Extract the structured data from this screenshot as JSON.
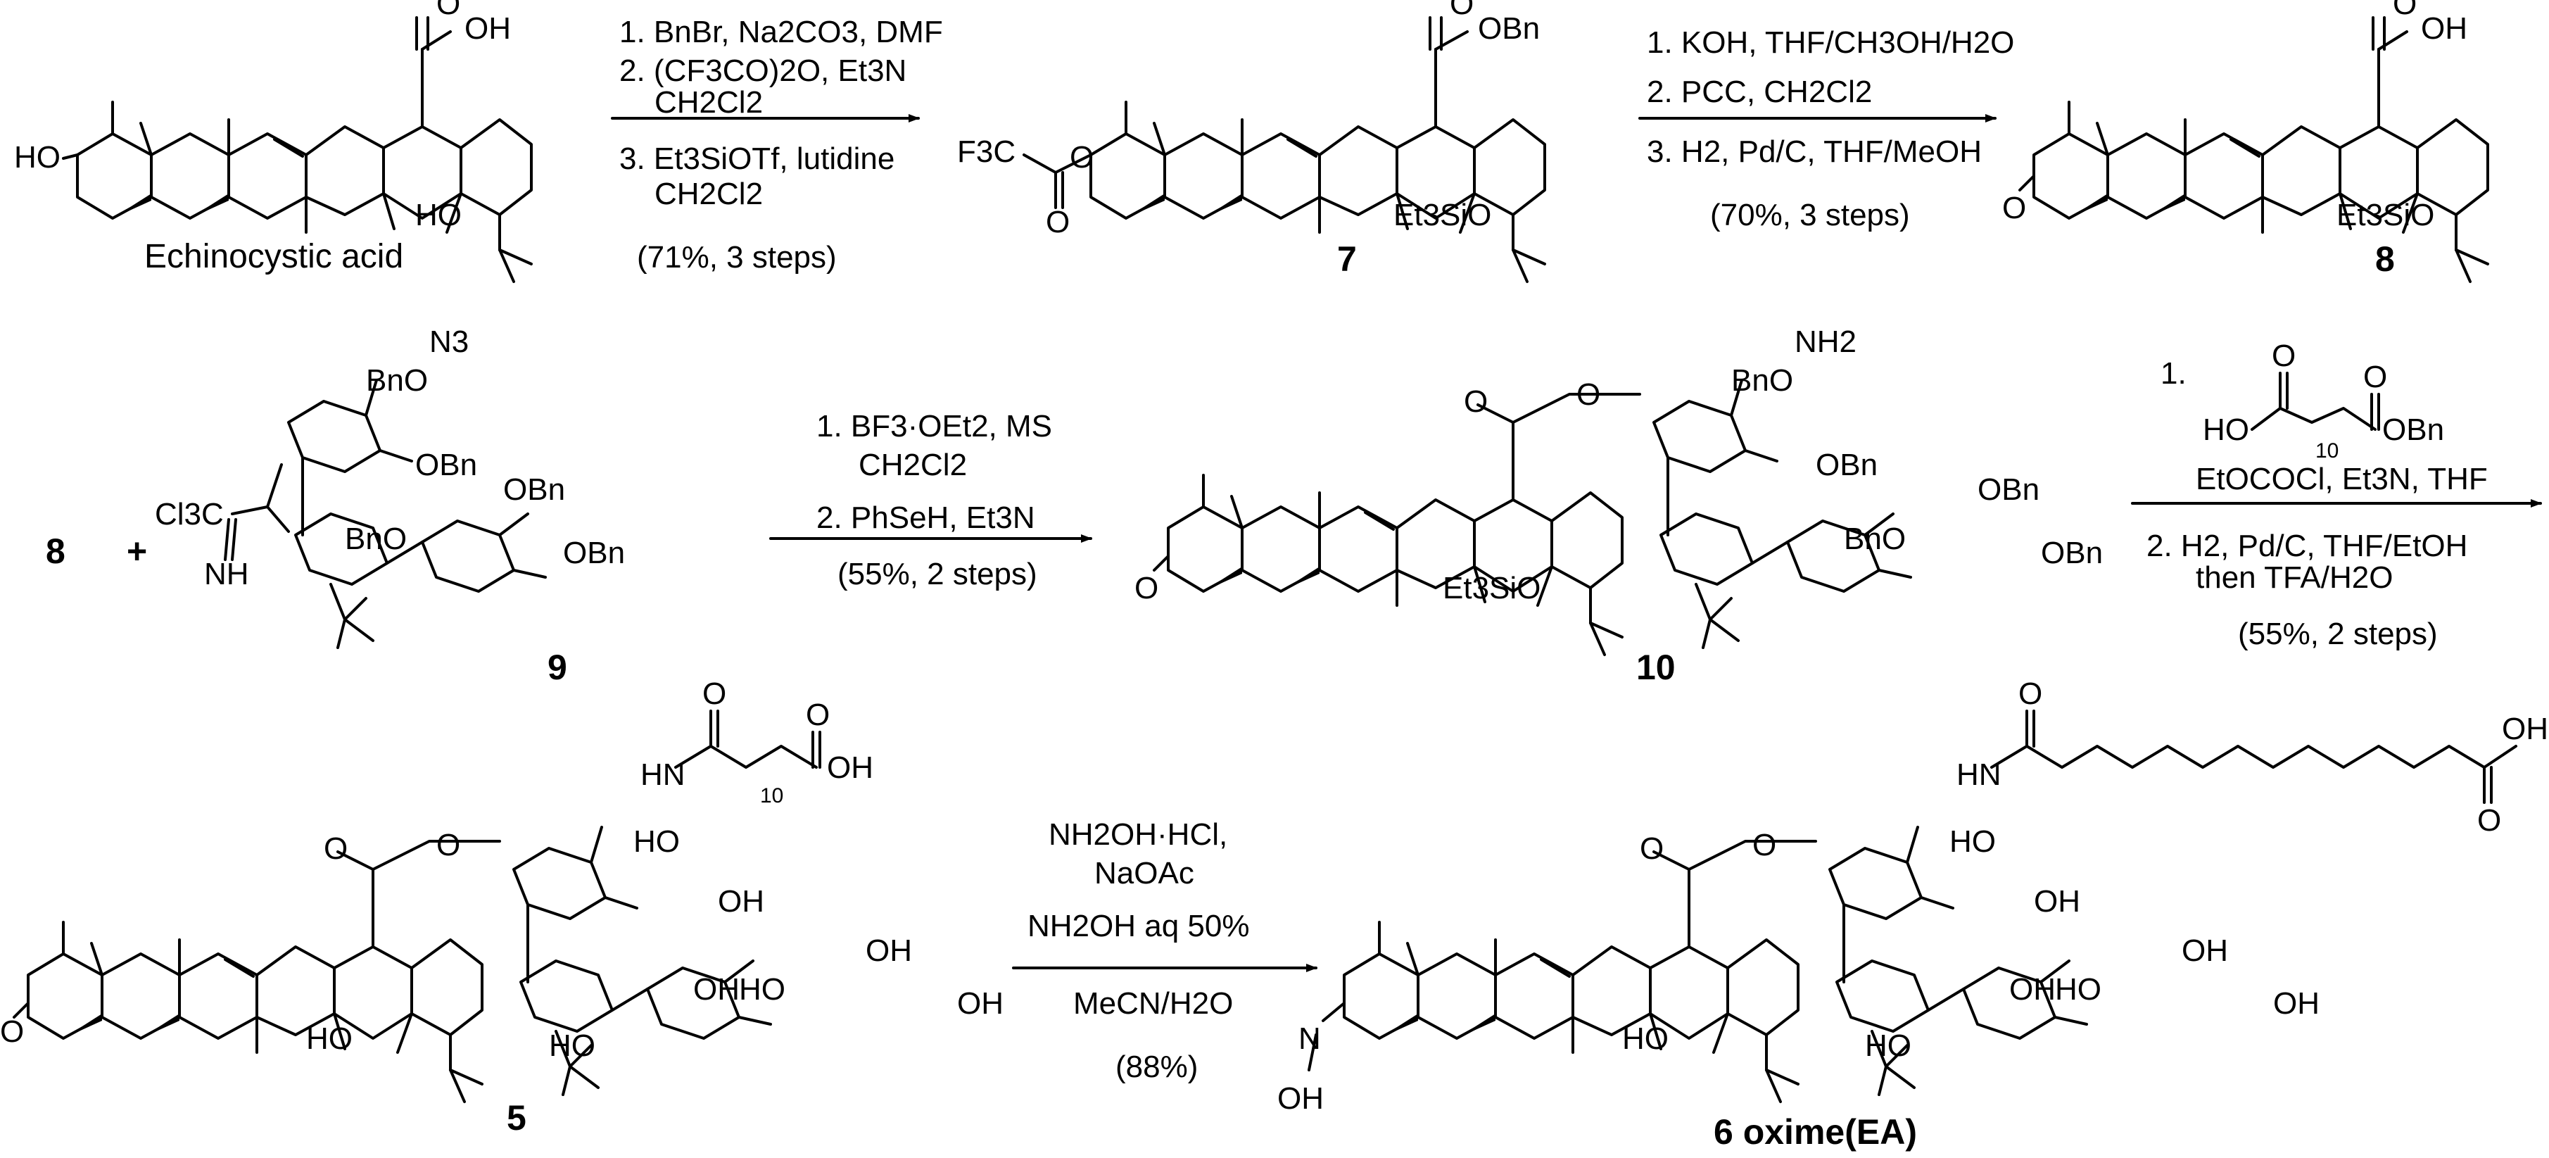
{
  "compounds": {
    "start_name": "Echinocystic acid",
    "c7": "7",
    "c8": "8",
    "c8_reactant": "8",
    "plus": "+",
    "c9": "9",
    "c10": "10",
    "c5": "5",
    "c6": "6 oxime(EA)"
  },
  "steps": {
    "s1": [
      "1. BnBr, Na2CO3, DMF",
      "2. (CF3CO)2O, Et3N",
      "CH2Cl2",
      "3. Et3SiOTf, lutidine",
      "CH2Cl2",
      "(71%, 3 steps)"
    ],
    "s2": [
      "1. KOH, THF/CH3OH/H2O",
      "2. PCC, CH2Cl2",
      "3. H2, Pd/C, THF/MeOH",
      "(70%, 3 steps)"
    ],
    "s3": [
      "1. BF3·OEt2, MS",
      "CH2Cl2",
      "2. PhSeH, Et3N",
      "(55%, 2 steps)"
    ],
    "s4": [
      "1.",
      "EtOCOCl, Et3N, THF",
      "2. H2, Pd/C, THF/EtOH",
      "then TFA/H2O",
      "(55%, 2 steps)"
    ],
    "s5": [
      "NH2OH·HCl,",
      "NaOAc",
      "NH2OH aq 50%",
      "MeCN/H2O",
      "(88%)"
    ]
  },
  "atoms": {
    "cooh": "OH",
    "o": "O",
    "ho": "HO",
    "oh": "OH",
    "obn": "OBn",
    "bn": "Bn",
    "bno": "BnO",
    "f3c": "F3C",
    "et3sio": "Et3SiO",
    "n3": "N3",
    "nh2": "NH2",
    "nh": "NH",
    "hn": "HN",
    "cl3c": "Cl3C",
    "n": "N",
    "sub10": "10"
  }
}
